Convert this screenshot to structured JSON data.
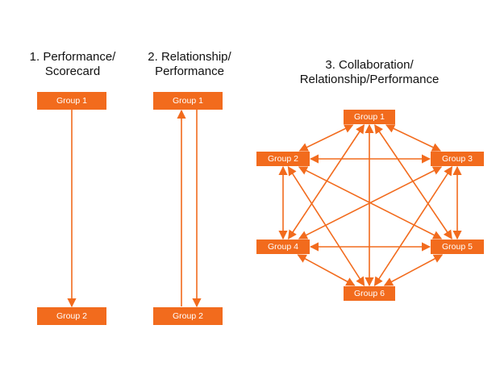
{
  "colors": {
    "accent": "#f26b1d",
    "box_text": "#ffffff",
    "title_text": "#111111"
  },
  "diagram1": {
    "title_line1": "1. Performance/",
    "title_line2": "Scorecard",
    "top_box": "Group 1",
    "bottom_box": "Group 2"
  },
  "diagram2": {
    "title_line1": "2. Relationship/",
    "title_line2": "Performance",
    "top_box": "Group 1",
    "bottom_box": "Group 2"
  },
  "diagram3": {
    "title_line1": "3. Collaboration/",
    "title_line2": "Relationship/Performance",
    "nodes": [
      "Group 1",
      "Group 2",
      "Group 3",
      "Group 4",
      "Group 5",
      "Group 6"
    ]
  }
}
